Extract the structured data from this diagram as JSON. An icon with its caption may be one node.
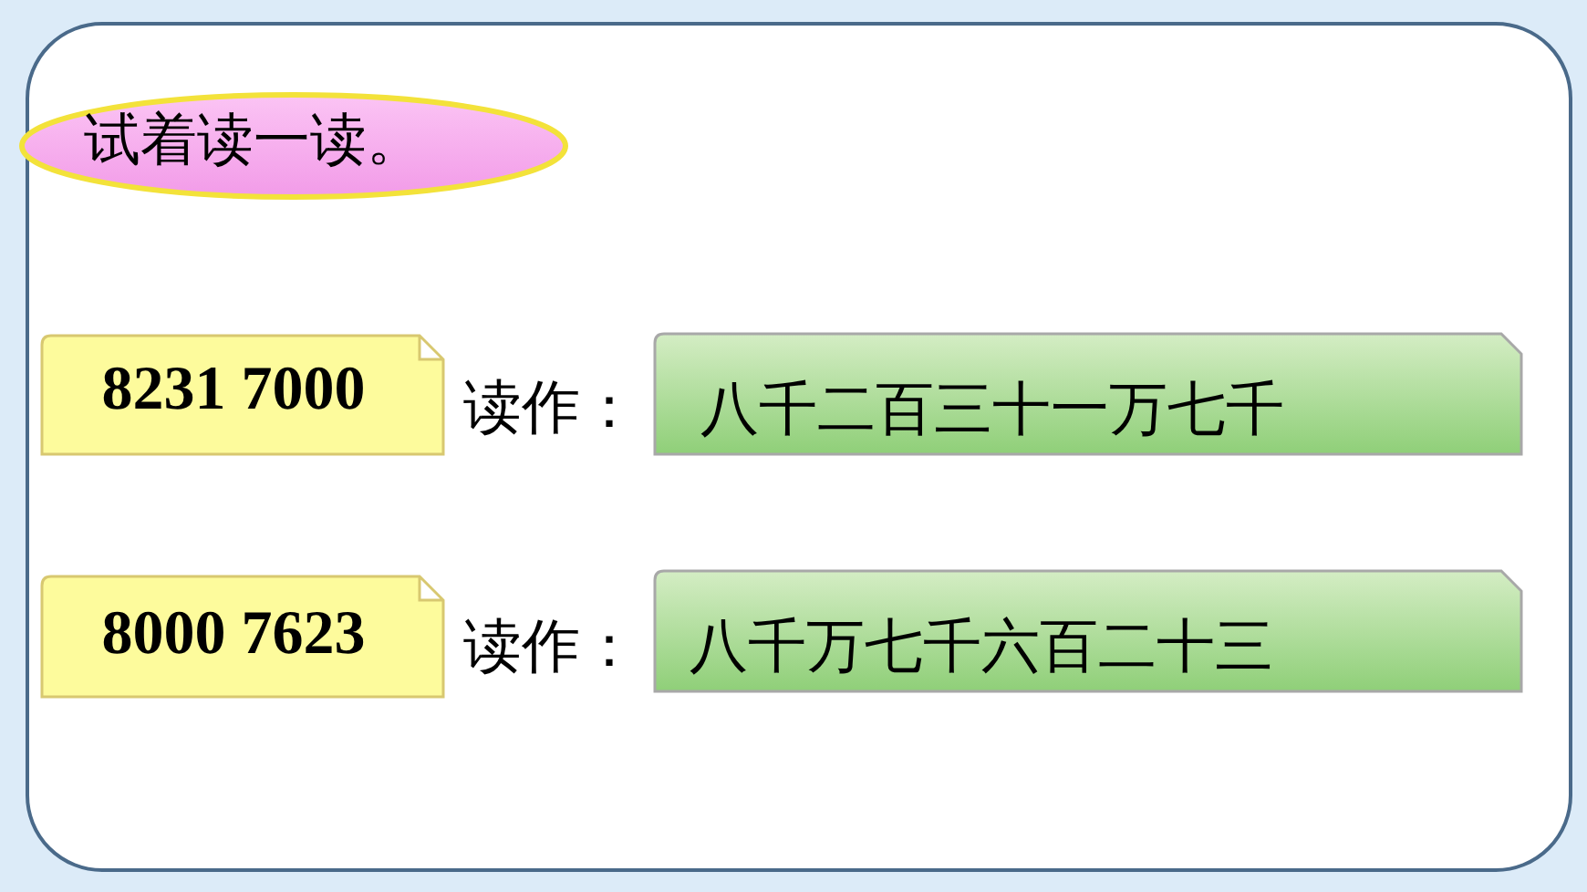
{
  "diagram": {
    "nodes": [
      {
        "text": [
          "试着读一读。"
        ]
      },
      {
        "text": [
          "8231 7000"
        ]
      },
      {
        "text": [
          "八千二百三十一万七千"
        ]
      },
      {
        "text": [
          "8000 7623"
        ]
      },
      {
        "text": [
          "八千万七千六百二十三"
        ]
      }
    ],
    "labels": [
      "读作：",
      "读作："
    ]
  }
}
